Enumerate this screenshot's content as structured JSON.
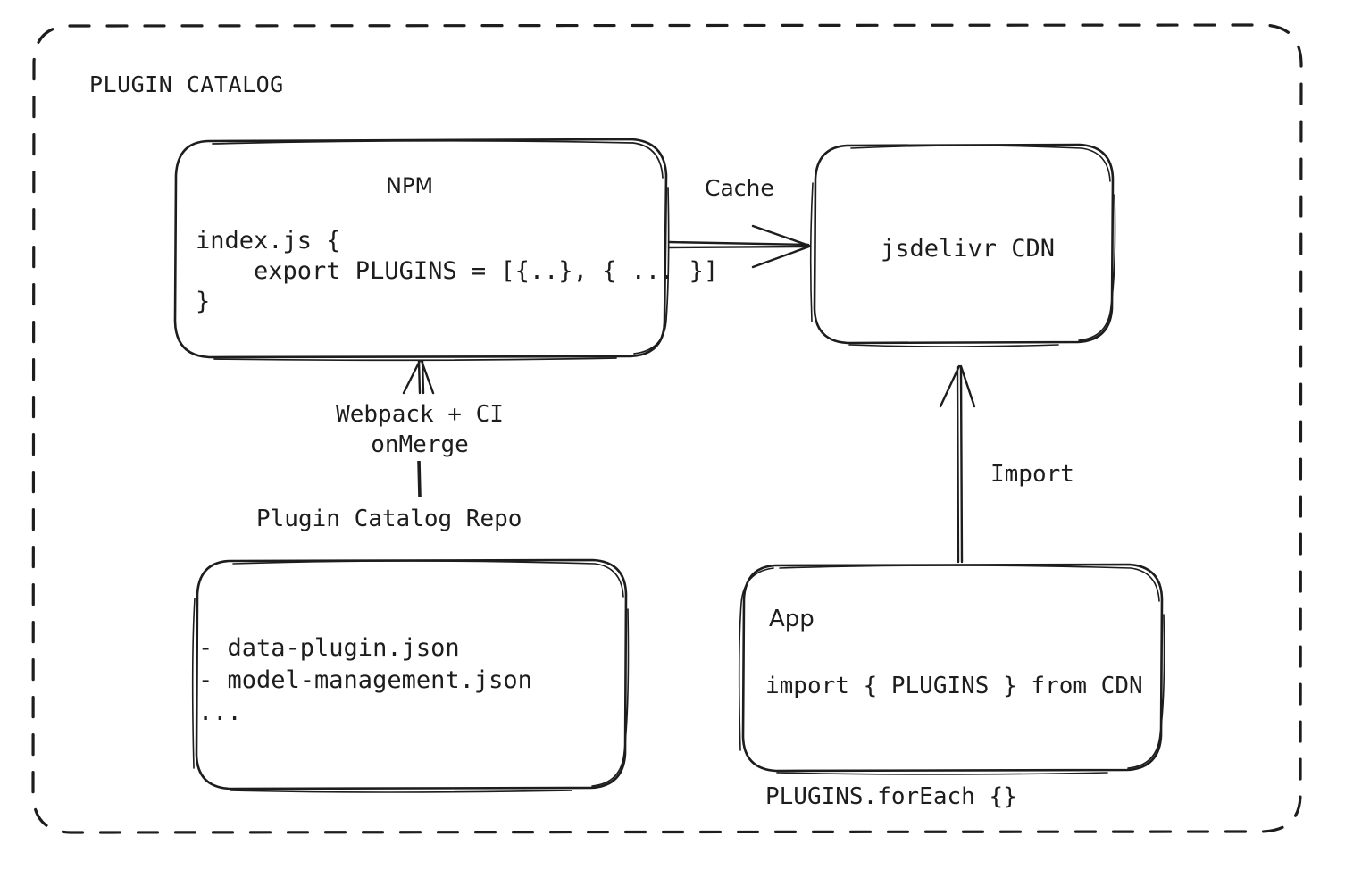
{
  "diagram": {
    "title": "PLUGIN CATALOG",
    "background_color": "#ffffff",
    "stroke_color": "#1d1d1d",
    "style": "hand-drawn-sketch"
  },
  "nodes": {
    "npm": {
      "title": "NPM",
      "code": "index.js {\n    export PLUGINS = [{..}, { ... }]\n}"
    },
    "cdn": {
      "title": "jsdelivr CDN"
    },
    "repo": {
      "caption": "Plugin Catalog Repo",
      "list": "- data-plugin.json\n- model-management.json\n..."
    },
    "app": {
      "title": "App",
      "code": "import { PLUGINS } from CDN\n\nPLUGINS.forEach {}"
    }
  },
  "edges": {
    "cache": {
      "label": "Cache",
      "from": "npm",
      "to": "cdn",
      "direction": "right"
    },
    "webpack": {
      "label": "Webpack + CI\nonMerge",
      "from": "repo",
      "to": "npm",
      "direction": "up"
    },
    "import": {
      "label": "Import",
      "from": "app",
      "to": "cdn",
      "direction": "up"
    }
  }
}
